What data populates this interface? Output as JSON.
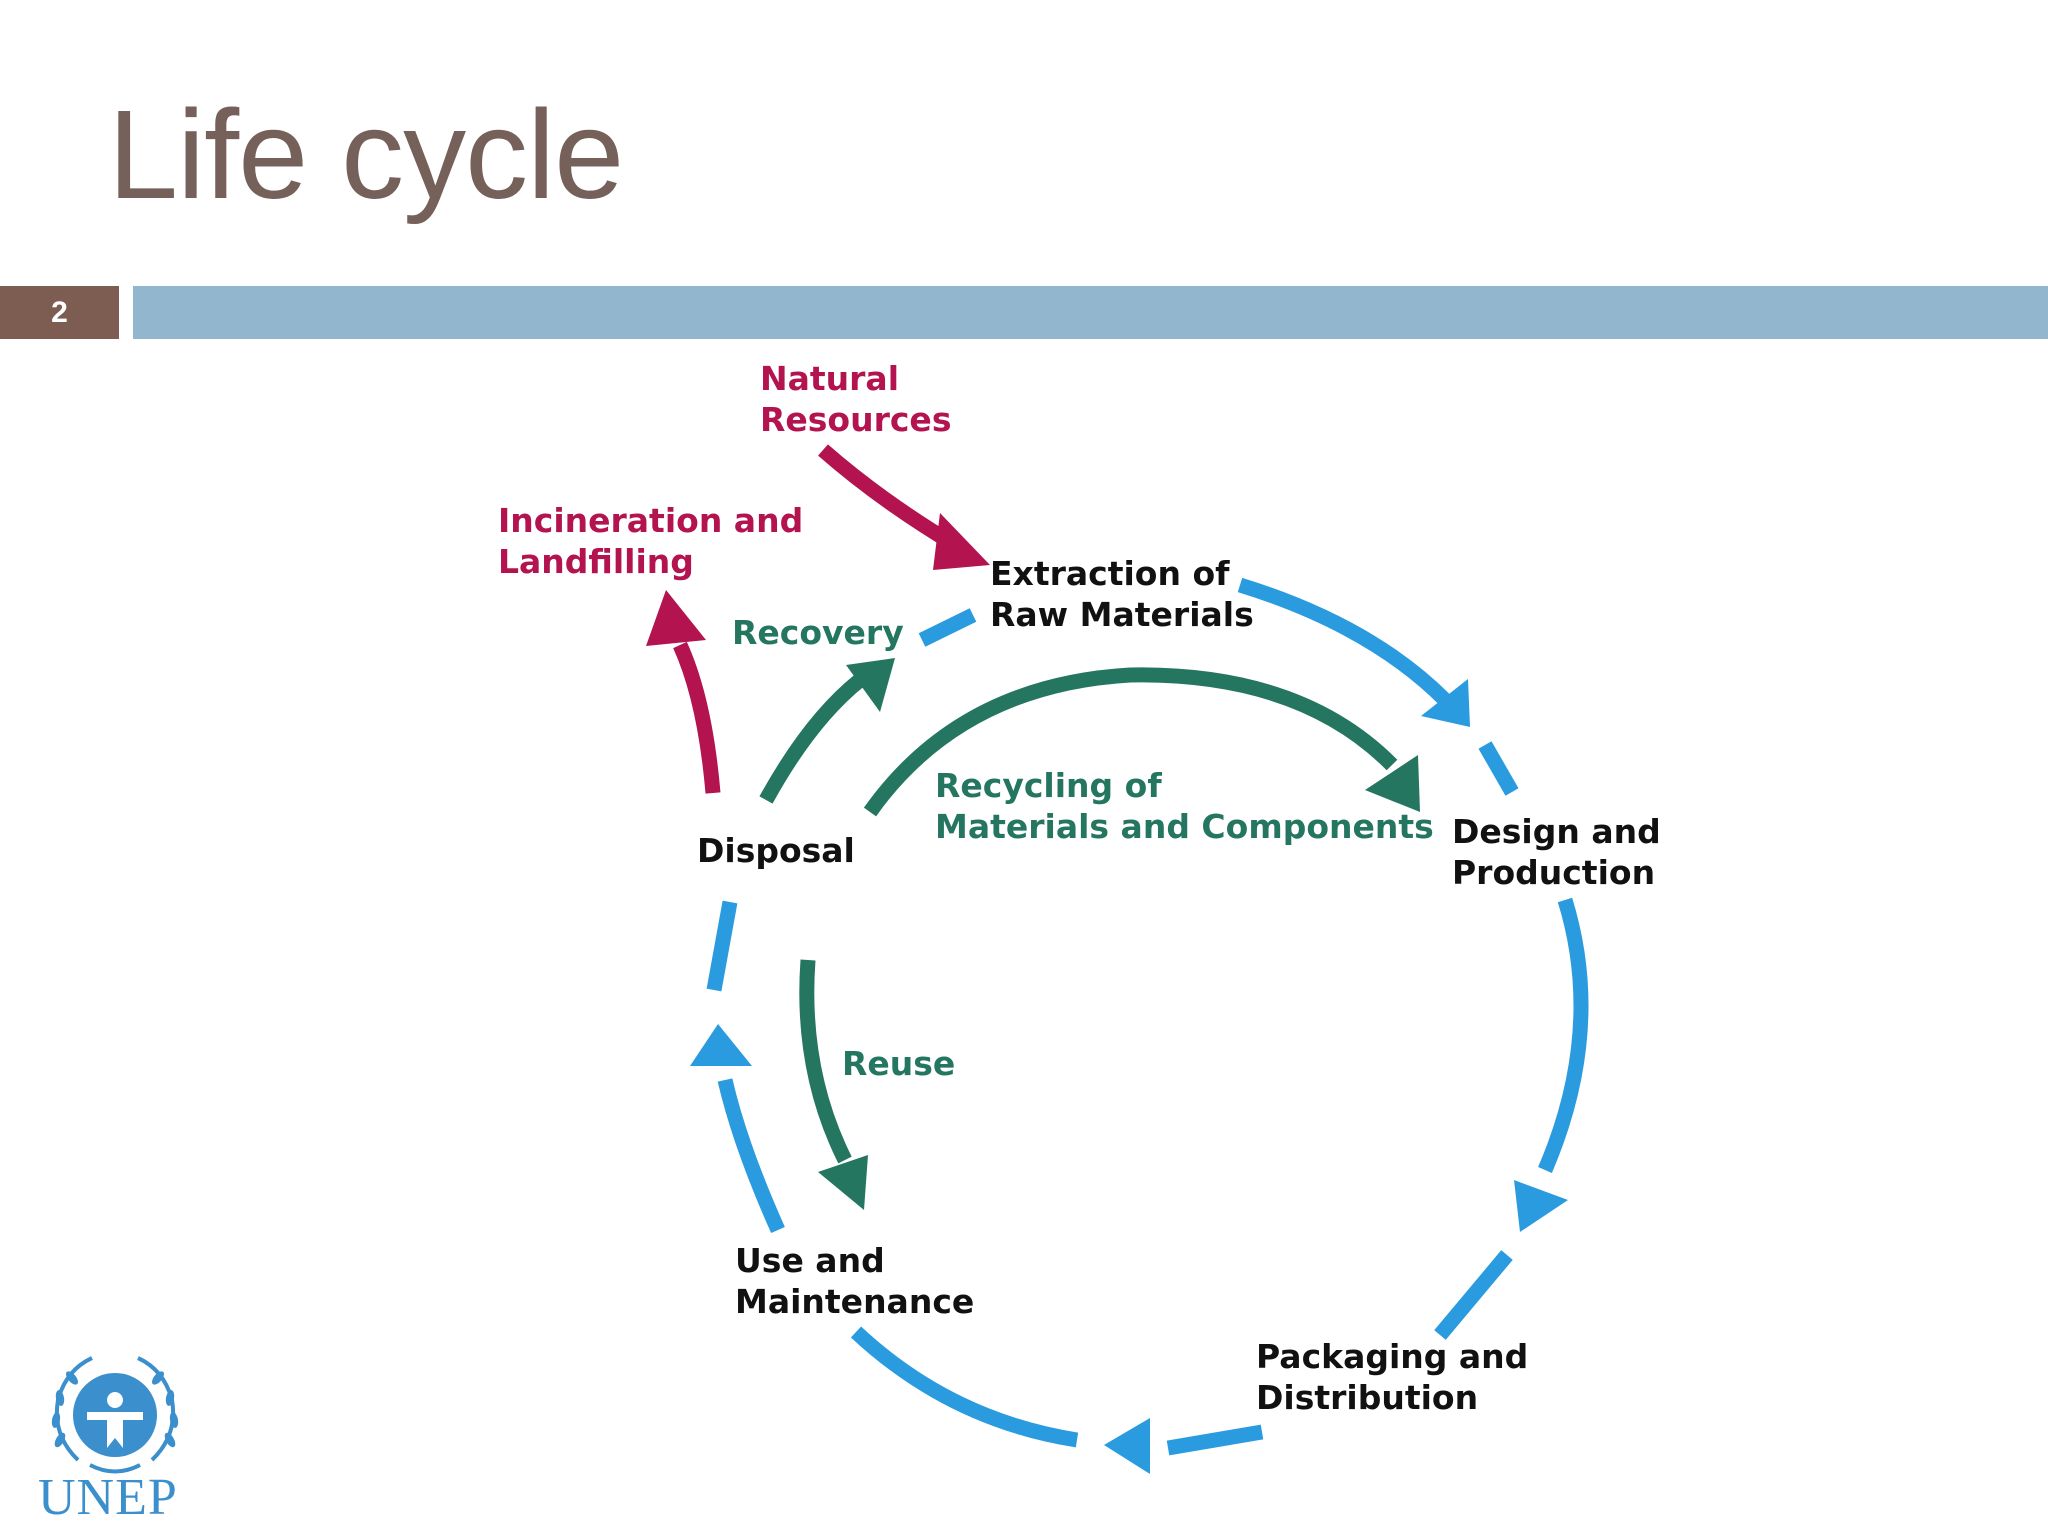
{
  "slide": {
    "title": "Life cycle",
    "page_number": "2"
  },
  "diagram": {
    "stages": {
      "extraction": [
        "Extraction of",
        "Raw Materials"
      ],
      "design": [
        "Design and",
        "Production"
      ],
      "packaging": [
        "Packaging and",
        "Distribution"
      ],
      "use": [
        "Use and",
        "Maintenance"
      ],
      "disposal": [
        "Disposal"
      ]
    },
    "inputs_outputs": {
      "natural_resources": [
        "Natural",
        "Resources"
      ],
      "incineration": [
        "Incineration and",
        "Landfilling"
      ]
    },
    "loops": {
      "recovery": "Recovery",
      "recycling": [
        "Recycling of",
        "Materials and Components"
      ],
      "reuse": "Reuse"
    },
    "colors": {
      "cycle": "#2b9be0",
      "input_output": "#b3134f",
      "loop": "#257660"
    }
  },
  "logo": {
    "text": "UNEP",
    "icon": "un-laurel-emblem-icon"
  }
}
